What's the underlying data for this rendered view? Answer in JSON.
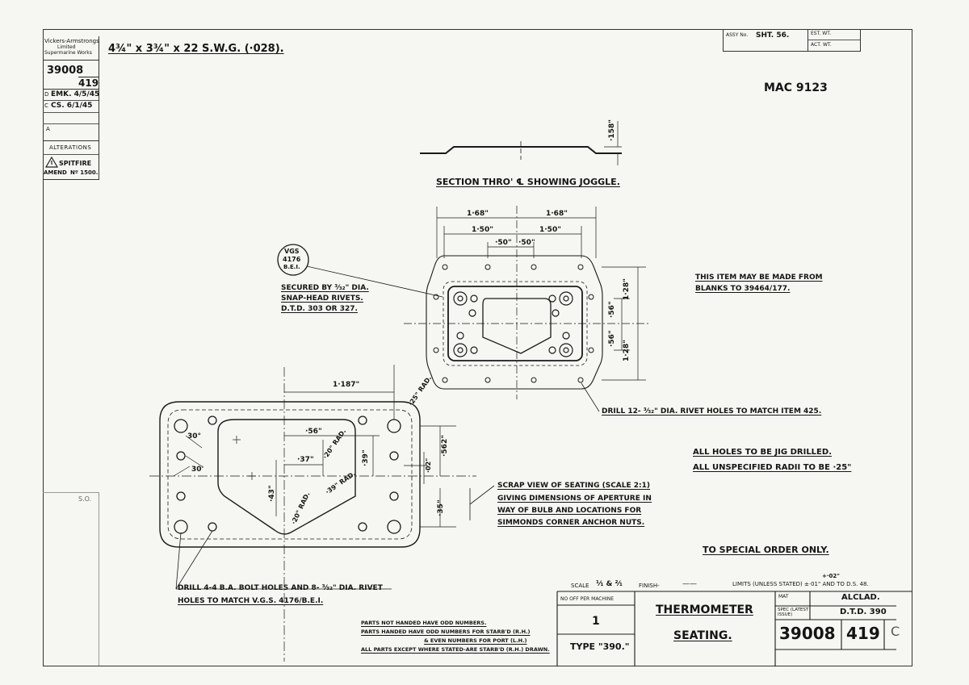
{
  "top_left": {
    "company": [
      "Vickers-Armstrongs",
      "Limited",
      "Supermarine Works"
    ],
    "drawing_no": "39008",
    "item_no": "419",
    "drawn_prefix": "D",
    "drawn": "EMK. 4/5/45",
    "checked_prefix": "C",
    "checked": "CS. 6/1/45",
    "approved_prefix": "A",
    "alterations_label": "ALTERATIONS",
    "amend_type": "SPITFIRE",
    "amend_text": "AMEND",
    "amend_no": "Nº 1500.",
    "side_label": "S.O."
  },
  "material_size": "4¾\" x 3¾\" x 22 S.W.G. (·028).",
  "top_right": {
    "assy_label": "ASSY No.",
    "sheet": "SHT. 56.",
    "est_wt_label": "EST. WT.",
    "act_wt_label": "ACT. WT."
  },
  "mac_number": "MAC 9123",
  "section": {
    "title": "SECTION THRO' ℄ SHOWING JOGGLE.",
    "dim_158": "·158\""
  },
  "top_view": {
    "dim_168_l": "1·68\"",
    "dim_168_r": "1·68\"",
    "dim_150_l": "1·50\"",
    "dim_150_r": "1·50\"",
    "dim_50_l": "·50\"",
    "dim_50_r": "·50\"",
    "dim_128_t": "1·28\"",
    "dim_128_b": "1·28\"",
    "dim_56_t": "·56\"",
    "dim_56_b": "·56\"",
    "vgs_bubble": [
      "VGS",
      "4176",
      "B.E.I."
    ],
    "note_secured": [
      "SECURED BY ³⁄₃₂\" DIA.",
      "SNAP-HEAD RIVETS.",
      "D.T.D. 303 OR 327."
    ],
    "note_drill_12": "DRILL 12- ³⁄₃₂\" DIA. RIVET HOLES TO MATCH ITEM 425."
  },
  "blanks_note": [
    "THIS ITEM MAY BE MADE FROM",
    "BLANKS TO 39464/177."
  ],
  "scrap_view": {
    "dim_1187": "1·187\"",
    "dim_25_rad": "·25\" RAD.",
    "dim_56": "·56\"",
    "dim_20_rad_a": "·20\" RAD.",
    "dim_37": "·37\"",
    "dim_39": "·39\"",
    "dim_562": "·562\"",
    "dim_02": "·02\"",
    "dim_30deg_a": "30°",
    "dim_30deg_b": "30'",
    "dim_39_rad": "·39\" RAD.",
    "dim_43": "·43\"",
    "dim_20_rad_b": "·20\" RAD.",
    "dim_35": "·35\"",
    "note_scrap": [
      "SCRAP VIEW OF SEATING (SCALE 2:1)",
      "GIVING DIMENSIONS OF APERTURE IN",
      "WAY OF BULB AND LOCATIONS FOR",
      "SIMMONDS CORNER ANCHOR NUTS."
    ],
    "note_drill_44": [
      "DRILL 4-4 B.A. BOLT HOLES AND 8- ³⁄₃₂\" DIA. RIVET",
      "HOLES TO MATCH V.G.S. 4176/B.E.I."
    ]
  },
  "notes_right": [
    "ALL HOLES TO BE JIG DRILLED.",
    "ALL UNSPECIFIED RADII TO BE ·25\""
  ],
  "special_order": "TO SPECIAL ORDER ONLY.",
  "handed_notes": [
    "PARTS NOT HANDED HAVE ODD NUMBERS.",
    "PARTS HANDED HAVE ODD NUMBERS FOR STARB'D (R.H.)",
    "& EVEN NUMBERS FOR PORT (L.H.)",
    "ALL PARTS EXCEPT WHERE STATED-ARE STARB'D (R.H.) DRAWN."
  ],
  "title_block": {
    "scale_label": "SCALE",
    "scale_value": "¹⁄₁ & ²⁄₁",
    "finish_label": "FINISH-",
    "finish_value": "——",
    "limits": "LIMITS (UNLESS STATED) ±·01\" AND TO D.S. 48.",
    "limits_plus": "+·02\"",
    "no_off_label": "NO OFF PER MACHINE",
    "no_off": "1",
    "type": "TYPE \"390.\"",
    "title_1": "THERMOMETER",
    "title_2": "SEATING.",
    "mat_label": "MAT",
    "mat_value": "ALCLAD.",
    "spec_label": "SPEC (LATEST ISSUE)",
    "spec_value": "D.T.D. 390",
    "drawing_no": "39008",
    "item_no": "419",
    "size_letter": "C"
  }
}
